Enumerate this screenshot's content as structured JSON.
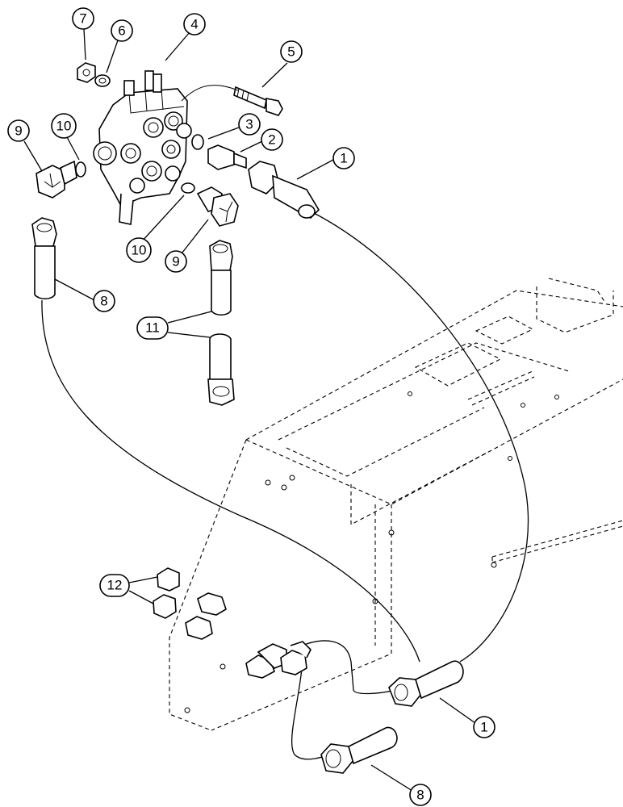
{
  "diagram": {
    "callouts": [
      {
        "id": "c1-top",
        "label": "1"
      },
      {
        "id": "c2",
        "label": "2"
      },
      {
        "id": "c3",
        "label": "3"
      },
      {
        "id": "c4",
        "label": "4"
      },
      {
        "id": "c5",
        "label": "5"
      },
      {
        "id": "c6",
        "label": "6"
      },
      {
        "id": "c7",
        "label": "7"
      },
      {
        "id": "c8-left",
        "label": "8"
      },
      {
        "id": "c9-left",
        "label": "9"
      },
      {
        "id": "c10-top",
        "label": "10"
      },
      {
        "id": "c10-bottom",
        "label": "10"
      },
      {
        "id": "c9-right",
        "label": "9"
      },
      {
        "id": "c11",
        "label": "11"
      },
      {
        "id": "c12",
        "label": "12"
      },
      {
        "id": "c1-bottom",
        "label": "1"
      },
      {
        "id": "c8-bottom",
        "label": "8"
      }
    ]
  }
}
